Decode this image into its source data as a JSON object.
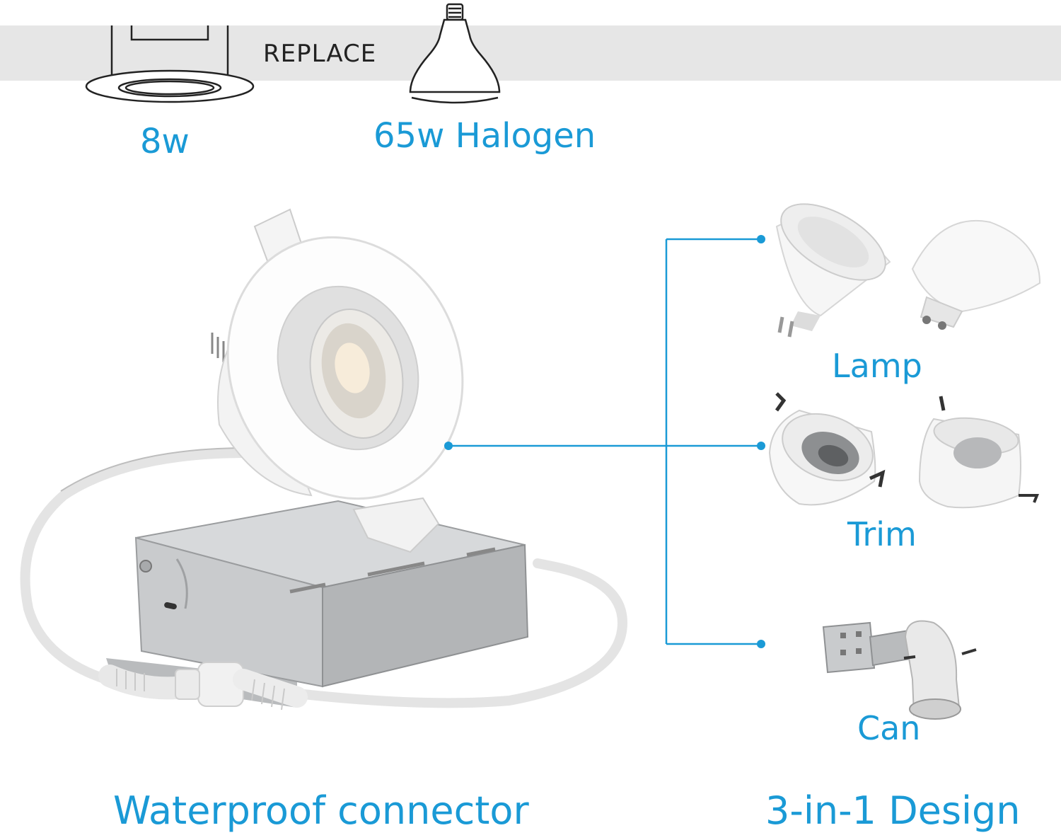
{
  "header": {
    "replace_label": "REPLACE",
    "left_wattage": "8w",
    "right_wattage": "65w Halogen"
  },
  "options": {
    "lamp_label": "Lamp",
    "trim_label": "Trim",
    "can_label": "Can"
  },
  "footer": {
    "left_caption": "Waterproof connector",
    "right_caption": "3-in-1 Design"
  },
  "colors": {
    "accent": "#1a9ad6",
    "band": "#e6e6e6",
    "metal": "#c4c6c8"
  },
  "icons": [
    "downlight-trim-icon",
    "halogen-bulb-icon",
    "led-downlight-product",
    "junction-box",
    "mr16-lamp-icon",
    "gu10-lamp-icon",
    "trim-icon",
    "recessed-can-icon"
  ]
}
